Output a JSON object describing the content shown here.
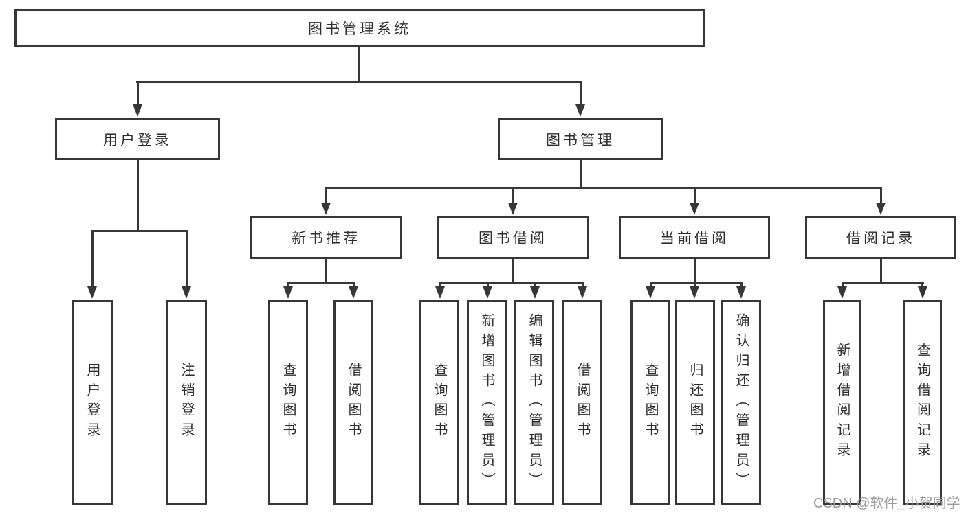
{
  "root": {
    "label": "图书管理系统"
  },
  "branches": {
    "user_login": {
      "label": "用户登录",
      "children": {
        "login": "用户登录",
        "logout": "注销登录"
      }
    },
    "book_management": {
      "label": "图书管理",
      "sections": {
        "new_book_recommend": {
          "label": "新书推荐",
          "children": {
            "query_books": "查询图书",
            "borrow_books": "借阅图书"
          }
        },
        "book_borrowing": {
          "label": "图书借阅",
          "children": {
            "query_books": "查询图书",
            "add_books": "新增图书（管理员）",
            "edit_books": "编辑图书（管理员）",
            "borrow_books": "借阅图书"
          }
        },
        "current_borrowing": {
          "label": "当前借阅",
          "children": {
            "query_books": "查询图书",
            "return_books": "归还图书",
            "confirm_return": "确认归还（管理员）"
          }
        },
        "borrowing_records": {
          "label": "借阅记录",
          "children": {
            "add_record": "新增借阅记录",
            "query_record": "查询借阅记录"
          }
        }
      }
    }
  },
  "watermark": "CSDN @软件_小贺同学",
  "colors": {
    "line": "#373737",
    "text": "#2e2e2e",
    "background": "#ffffff",
    "watermark": "#9b9b9b"
  }
}
